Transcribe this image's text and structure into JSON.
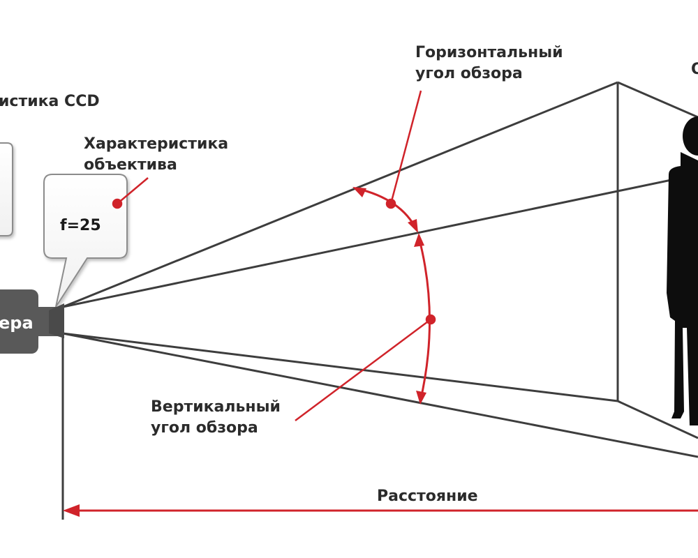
{
  "labels": {
    "ccd": "истика CCD",
    "lens": [
      "Характеристика",
      "объектива"
    ],
    "focal": "f=25",
    "camera": "ера",
    "horizontal_angle": [
      "Горизонтальный",
      "угол обзора"
    ],
    "vertical_angle": [
      "Вертикальный",
      "угол обзора"
    ],
    "distance": "Расстояние",
    "top_right_fragment": "О"
  },
  "colors": {
    "line": "#3d3d3d",
    "accent": "#d0232a",
    "camera": "#595959",
    "bubble_border": "#8c8c8c",
    "silhouette": "#0d0d0d"
  }
}
